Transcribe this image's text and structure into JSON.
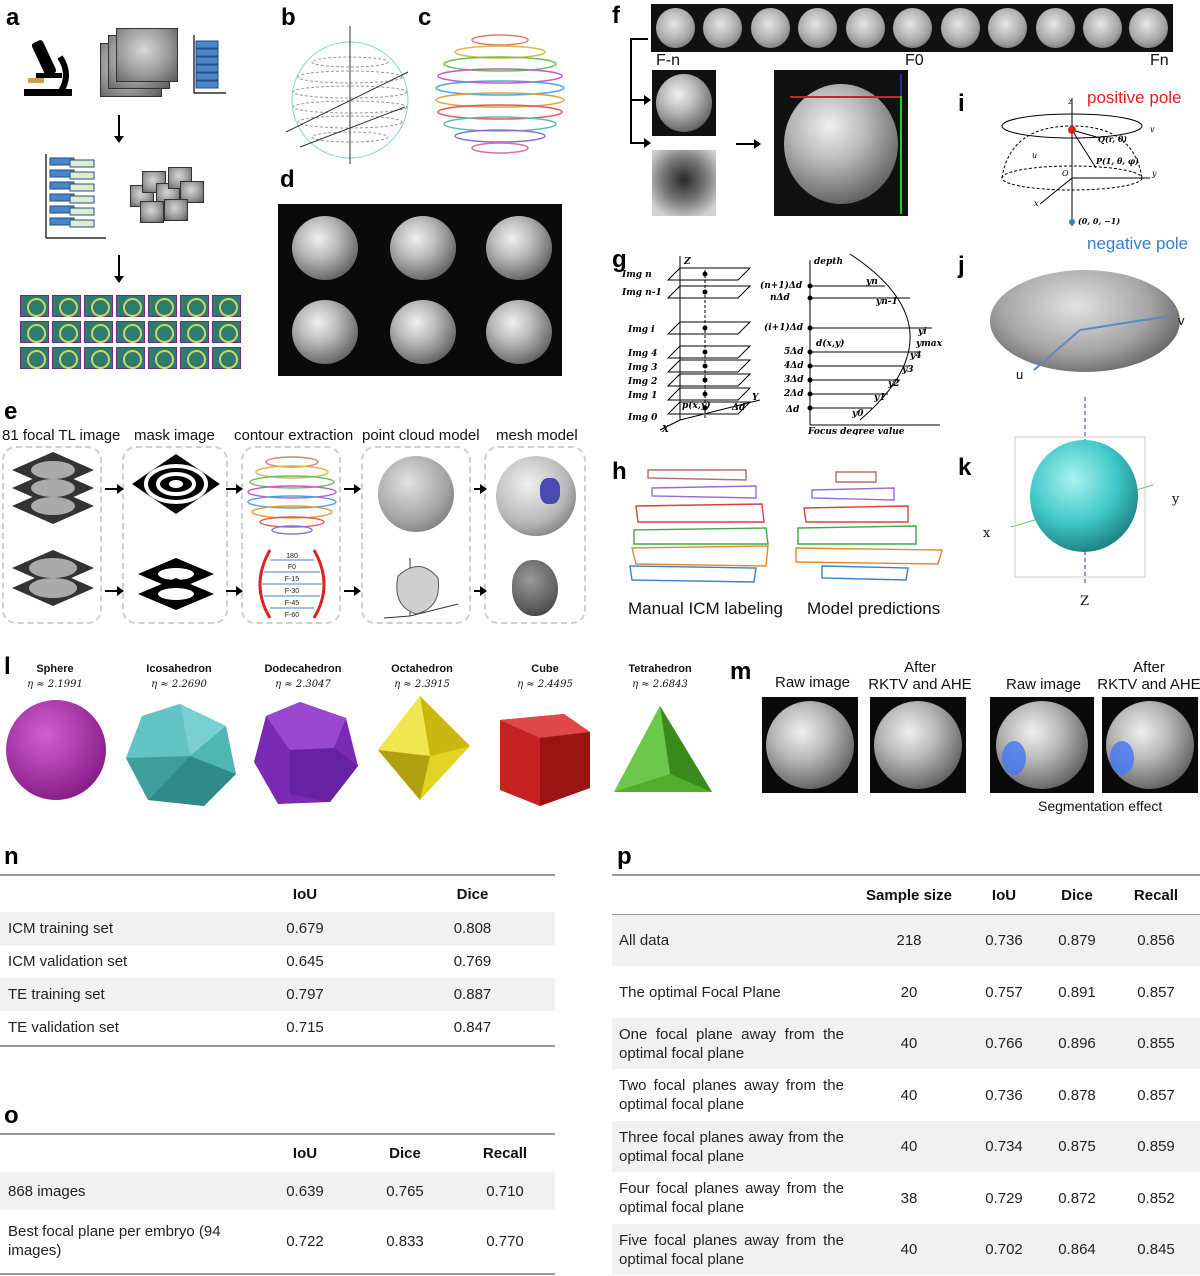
{
  "panels": {
    "a": "a",
    "b": "b",
    "c": "c",
    "d": "d",
    "e": "e",
    "f": "f",
    "g": "g",
    "h": "h",
    "i": "i",
    "j": "j",
    "k": "k",
    "l": "l",
    "m": "m",
    "n": "n",
    "o": "o",
    "p": "p"
  },
  "panel_e": {
    "col1": "81 focal TL image",
    "col2": "mask image",
    "col3": "contour extraction",
    "col4": "point cloud model",
    "col5": "mesh model",
    "contour_labels": [
      "180",
      "F0",
      "F-15",
      "F-30",
      "F-45",
      "F-60"
    ]
  },
  "panel_f": {
    "left": "F-n",
    "mid": "F0",
    "right": "Fn"
  },
  "panel_g": {
    "z": "Z",
    "y": "Y",
    "x": "X",
    "depth": "depth",
    "xlabel": "Focus degree value",
    "img_labels": [
      "Img n",
      "Img n-1",
      "Img i",
      "Img 4",
      "Img 3",
      "Img 2",
      "Img 1",
      "Img 0"
    ],
    "depth_labels": [
      "(n+1)Δd",
      "nΔd",
      "(i+1)Δd",
      "5Δd",
      "4Δd",
      "3Δd",
      "2Δd",
      "Δd"
    ],
    "y_labels": [
      "yn",
      "yn-1",
      "yi",
      "ymax",
      "y4",
      "y3",
      "y2",
      "y1",
      "y0"
    ],
    "dxy": "d(x,y)",
    "pxy": "p(x,y)",
    "delta": "Δd"
  },
  "panel_h": {
    "left": "Manual ICM labeling",
    "right": "Model predictions"
  },
  "panel_i": {
    "positive": "positive pole",
    "negative": "negative pole",
    "neg_coord": "(0, 0, −1)",
    "q": "Q(r, θ)",
    "p": "P(1, θ, φ)",
    "axes": [
      "z",
      "y",
      "x",
      "u",
      "v",
      "O"
    ]
  },
  "panel_j": {
    "u": "u",
    "v": "v"
  },
  "panel_k": {
    "x": "x",
    "y": "y",
    "z": "Z"
  },
  "panel_l": {
    "solids": [
      {
        "name": "Sphere",
        "eta": "η ≈ 2.1991",
        "color": "#b13bb1"
      },
      {
        "name": "Icosahedron",
        "eta": "η ≈ 2.2690",
        "color": "#4fb6b6"
      },
      {
        "name": "Dodecahedron",
        "eta": "η ≈ 2.3047",
        "color": "#7a2ab3"
      },
      {
        "name": "Octahedron",
        "eta": "η ≈ 2.3915",
        "color": "#e2d322"
      },
      {
        "name": "Cube",
        "eta": "η ≈ 2.4495",
        "color": "#c72222"
      },
      {
        "name": "Tetrahedron",
        "eta": "η ≈ 2.6843",
        "color": "#4fae2c"
      }
    ]
  },
  "panel_m": {
    "raw1": "Raw image",
    "after1": "After\nRKTV and AHE",
    "raw2": "Raw image",
    "after2": "After\nRKTV and AHE",
    "caption": "Segmentation effect"
  },
  "table_n": {
    "headers": [
      "",
      "IoU",
      "Dice"
    ],
    "rows": [
      [
        "ICM training set",
        "0.679",
        "0.808"
      ],
      [
        "ICM validation set",
        "0.645",
        "0.769"
      ],
      [
        "TE training set",
        "0.797",
        "0.887"
      ],
      [
        "TE validation set",
        "0.715",
        "0.847"
      ]
    ]
  },
  "table_o": {
    "headers": [
      "",
      "IoU",
      "Dice",
      "Recall"
    ],
    "rows": [
      [
        "868 images",
        "0.639",
        "0.765",
        "0.710"
      ],
      [
        "Best focal plane per embryo (94 images)",
        "0.722",
        "0.833",
        "0.770"
      ]
    ]
  },
  "table_p": {
    "headers": [
      "",
      "Sample size",
      "IoU",
      "Dice",
      "Recall"
    ],
    "rows": [
      [
        "All data",
        "218",
        "0.736",
        "0.879",
        "0.856"
      ],
      [
        "The optimal Focal Plane",
        "20",
        "0.757",
        "0.891",
        "0.857"
      ],
      [
        "One focal plane away from the optimal focal plane",
        "40",
        "0.766",
        "0.896",
        "0.855"
      ],
      [
        "Two focal planes away from the optimal focal plane",
        "40",
        "0.736",
        "0.878",
        "0.857"
      ],
      [
        "Three focal planes away from the optimal focal plane",
        "40",
        "0.734",
        "0.875",
        "0.859"
      ],
      [
        "Four focal planes away from the optimal focal plane",
        "38",
        "0.729",
        "0.872",
        "0.852"
      ],
      [
        "Five focal planes away from the optimal focal plane",
        "40",
        "0.702",
        "0.864",
        "0.845"
      ]
    ]
  }
}
